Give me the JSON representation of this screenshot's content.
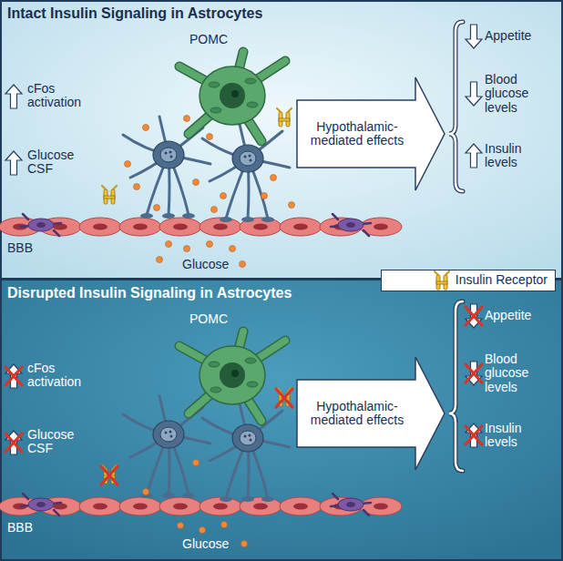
{
  "diagram": {
    "nodes": [
      {
        "text": [
          "Intact Insulin Signaling in Astrocytes"
        ]
      },
      {
        "text": [
          "Hypothalamic-mediated effects"
        ],
        "in": 0
      },
      {
        "text": [
          "Disrupted Insulin Signaling in Astrocytes"
        ]
      },
      {
        "text": [
          "Hypothalamic-mediated effects"
        ],
        "in": 2
      }
    ],
    "labels": [
      "POMC",
      "cFos activation",
      "Glucose CSF",
      "BBB",
      "Glucose",
      "Appetite",
      "Blood glucose levels",
      "Insulin levels",
      "POMC",
      "cFos activation",
      "Glucose CSF",
      "BBB",
      "Glucose",
      "Appetite",
      "Blood glucose levels",
      "Insulin levels"
    ],
    "legend": [
      {
        "text": "Insulin Receptor"
      }
    ]
  }
}
